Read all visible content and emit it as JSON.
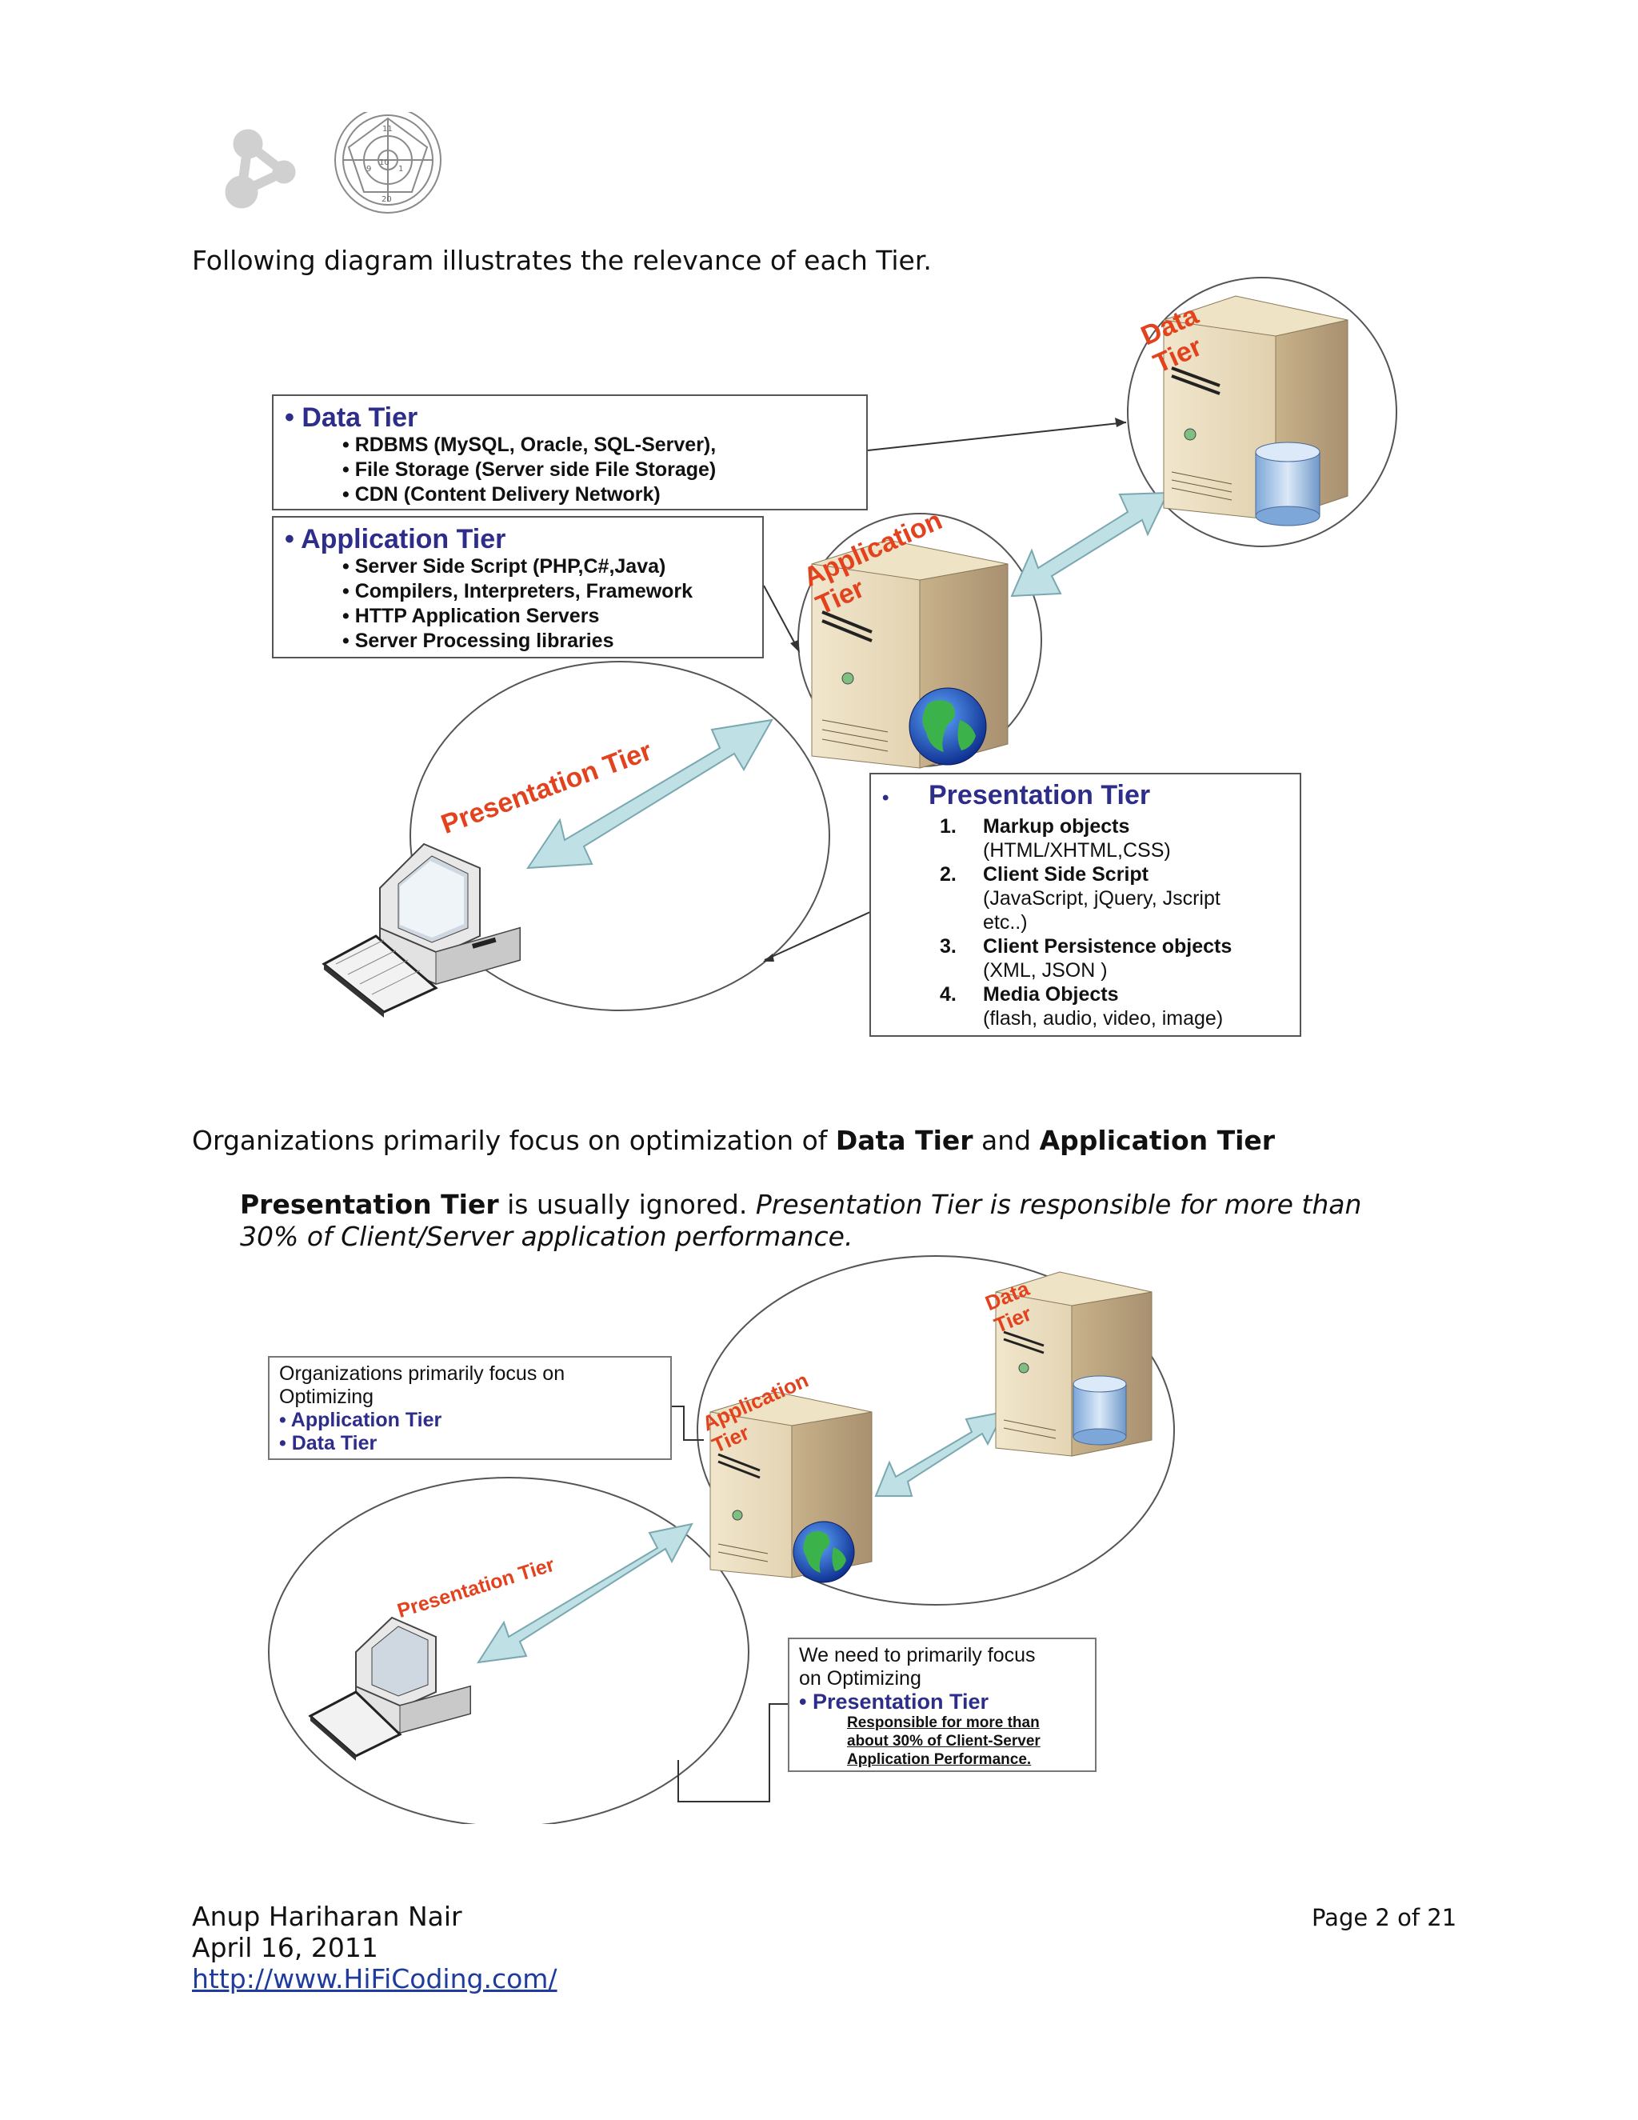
{
  "intro": "Following diagram illustrates the relevance of each Tier.",
  "diagram1": {
    "data_tier": {
      "title": "Data Tier",
      "items": [
        "RDBMS (MySQL, Oracle, SQL-Server),",
        "File Storage (Server side File Storage)",
        "CDN (Content Delivery Network)"
      ]
    },
    "application_tier": {
      "title": "Application Tier",
      "items": [
        "Server Side Script (PHP,C#,Java)",
        "Compilers, Interpreters, Framework",
        "HTTP Application Servers",
        "Server Processing libraries"
      ]
    },
    "presentation_tier": {
      "title": "Presentation Tier",
      "items": [
        {
          "num": "1.",
          "name": "Markup objects",
          "detail": "(HTML/XHTML,CSS)"
        },
        {
          "num": "2.",
          "name": "Client Side Script",
          "detail": "(JavaScript, jQuery, Jscript etc..)"
        },
        {
          "num": "3.",
          "name": "Client Persistence objects",
          "detail": "(XML, JSON )"
        },
        {
          "num": "4.",
          "name": "Media Objects",
          "detail": "(flash, audio, video, image)"
        }
      ]
    },
    "labels": {
      "data": "Data\nTier",
      "application": "Application\nTier",
      "presentation": "Presentation Tier"
    }
  },
  "para1": {
    "pre": "Organizations primarily focus on optimization of ",
    "b1": "Data Tier",
    "mid": " and ",
    "b2": "Application Tier"
  },
  "para2": {
    "bold": "Presentation Tier",
    "normal": " is usually ignored. ",
    "italic": "Presentation Tier is responsible for more than 30% of Client/Server application performance."
  },
  "diagram2": {
    "focus_box": {
      "line1": "Organizations primarily focus on",
      "line2": "Optimizing",
      "items": [
        "Application Tier",
        "Data Tier"
      ]
    },
    "need_box": {
      "line1": "We need to primarily focus",
      "line2": "on Optimizing",
      "item": "Presentation Tier",
      "note": [
        "Responsible for more than",
        "about 30% of Client-Server",
        "Application Performance."
      ]
    },
    "labels": {
      "data": "Data\nTier",
      "application": "Application\nTier",
      "presentation": "Presentation Tier"
    }
  },
  "footer": {
    "author": "Anup Hariharan Nair",
    "date": "April 16, 2011",
    "url": "http://www.HiFiCoding.com/",
    "page": "Page 2 of 21"
  }
}
